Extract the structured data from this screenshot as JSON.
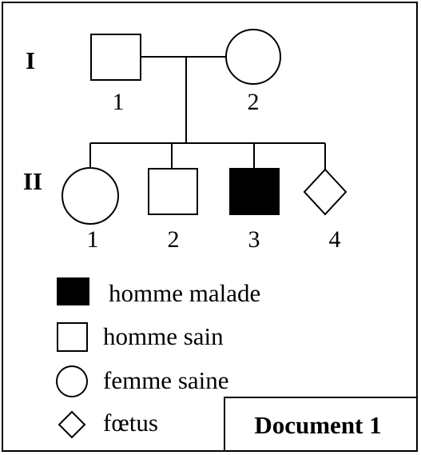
{
  "generations": [
    {
      "roman": "I",
      "members": [
        {
          "number": "1",
          "sex": "male",
          "status": "healthy"
        },
        {
          "number": "2",
          "sex": "female",
          "status": "healthy"
        }
      ]
    },
    {
      "roman": "II",
      "members": [
        {
          "number": "1",
          "sex": "female",
          "status": "healthy"
        },
        {
          "number": "2",
          "sex": "male",
          "status": "healthy"
        },
        {
          "number": "3",
          "sex": "male",
          "status": "affected"
        },
        {
          "number": "4",
          "sex": "unknown",
          "status": "fetus"
        }
      ]
    }
  ],
  "legend": {
    "affected_male": "homme malade",
    "healthy_male": "homme sain",
    "healthy_female": "femme saine",
    "fetus": "fœtus"
  },
  "document_label": "Document 1",
  "colors": {
    "affected_fill": "#000000",
    "healthy_fill": "#ffffff",
    "line": "#000000"
  }
}
